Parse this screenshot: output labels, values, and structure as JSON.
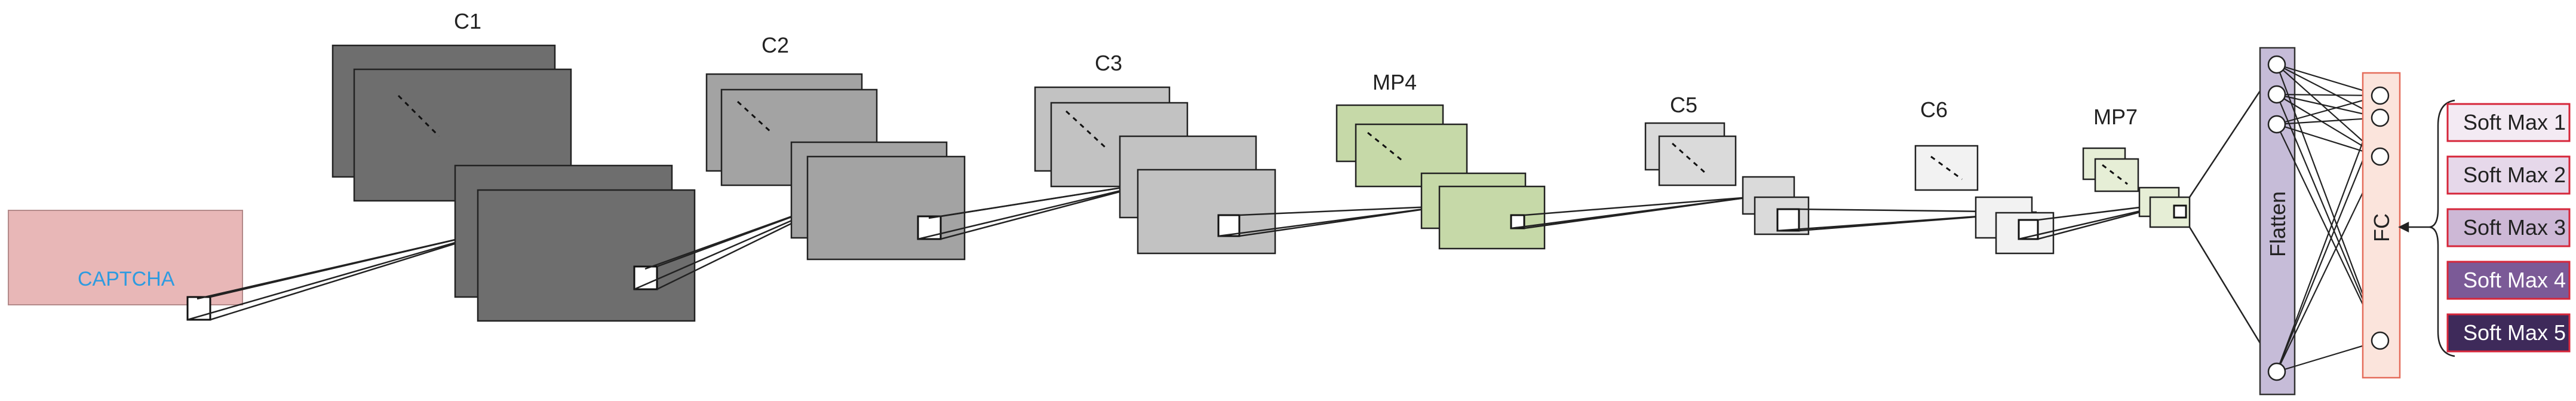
{
  "input": {
    "label": "CAPTCHA"
  },
  "layers": [
    {
      "id": "c1",
      "label": "C1"
    },
    {
      "id": "c2",
      "label": "C2"
    },
    {
      "id": "c3",
      "label": "C3"
    },
    {
      "id": "mp4",
      "label": "MP4"
    },
    {
      "id": "c5",
      "label": "C5"
    },
    {
      "id": "c6",
      "label": "C6"
    },
    {
      "id": "mp7",
      "label": "MP7"
    }
  ],
  "flatten": {
    "label": "Flatten"
  },
  "fc": {
    "label": "FC"
  },
  "outputs": [
    {
      "label": "Soft Max 1",
      "fill": "#f3eaf3",
      "text": "#222222"
    },
    {
      "label": "Soft Max 2",
      "fill": "#e6d8ea",
      "text": "#222222"
    },
    {
      "label": "Soft Max 3",
      "fill": "#cdb8d6",
      "text": "#222222"
    },
    {
      "label": "Soft Max 4",
      "fill": "#7b5a97",
      "text": "#ffffff"
    },
    {
      "label": "Soft Max 5",
      "fill": "#3e2a5a",
      "text": "#ffffff"
    }
  ],
  "colors": {
    "captcha_fill": "#e8b7b7",
    "captcha_text": "#2e9be0",
    "c1_fill": "#6e6e6e",
    "c2_fill": "#a3a3a3",
    "c3_fill": "#c2c2c2",
    "mp4_fill": "#c6d9a8",
    "c5_fill": "#dadada",
    "c6_fill": "#f2f2f2",
    "mp7_fill": "#e6eed6",
    "flatten_fill": "#c6bcd8",
    "fc_fill": "#fbe4dc",
    "fc_border": "#e46c5a",
    "softmax_border": "#d6263a"
  }
}
